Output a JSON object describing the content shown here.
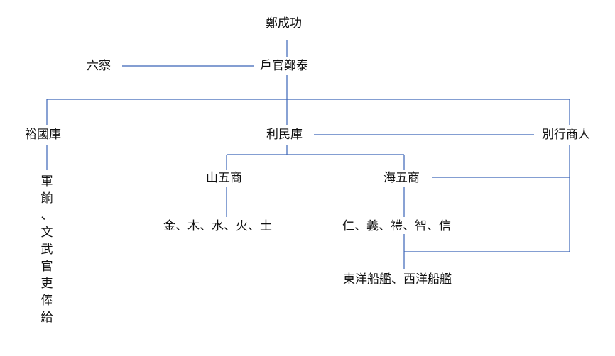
{
  "diagram": {
    "line_color": "#3a64b8",
    "nodes": {
      "zheng_chenggong": "鄭成功",
      "liu_cha": "六察",
      "hu_guan": "戶官鄭泰",
      "yu_guo_ku": "裕國庫",
      "li_min_ku": "利民庫",
      "bie_hang": "別行商人",
      "shan_wu_shang": "山五商",
      "hai_wu_shang": "海五商",
      "shan_branches": "金、木、水、火、土",
      "hai_branches": "仁、義、禮、智、信",
      "ships": "東洋船艦、西洋船艦",
      "military_pay": [
        "軍",
        "餉",
        "、",
        "文",
        "武",
        "官",
        "吏",
        "俸",
        "給"
      ]
    }
  }
}
